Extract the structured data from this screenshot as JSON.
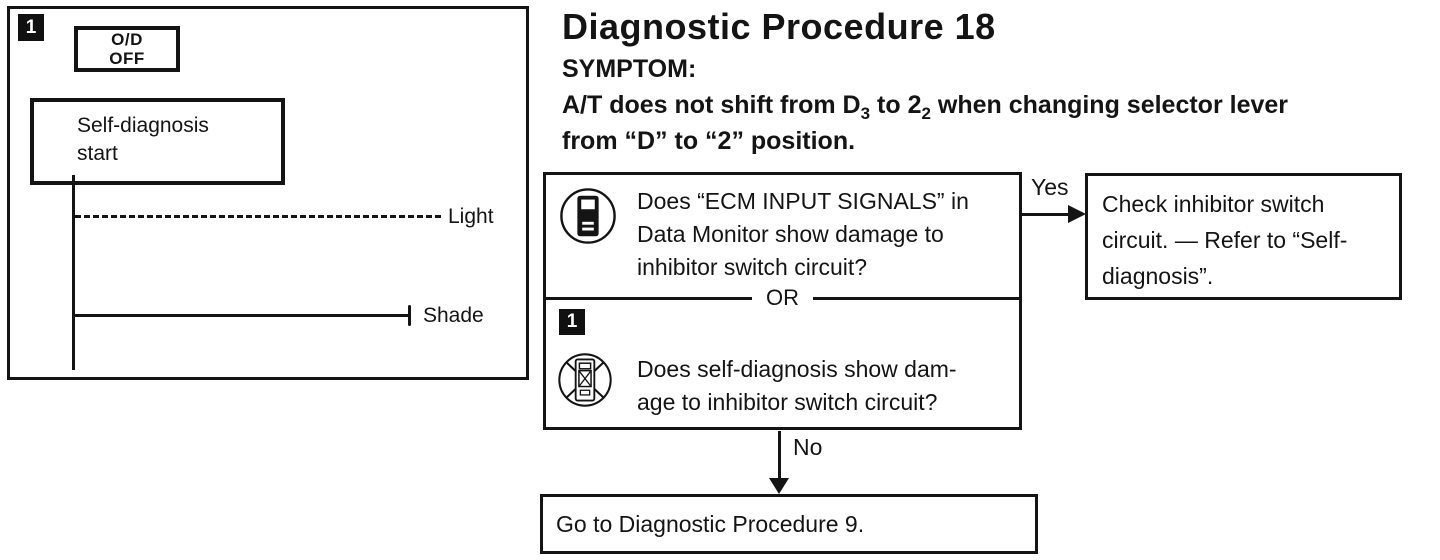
{
  "colors": {
    "ink": "#141414",
    "paper": "#ffffff"
  },
  "left_panel": {
    "marker": "1",
    "od_off_line1": "O/D",
    "od_off_line2": "OFF",
    "start_line1": "Self-diagnosis",
    "start_line2": "start",
    "light_label": "Light",
    "shade_label": "Shade"
  },
  "header": {
    "title": "Diagnostic Procedure 18",
    "symptom_label": "SYMPTOM:",
    "symptom1_seg1": "A/T does not shift from D",
    "symptom1_sub1": "3",
    "symptom1_seg2": " to 2",
    "symptom1_sub2": "2",
    "symptom1_seg3": " when changing selector lever",
    "symptom_line2": "from “D” to “2” position."
  },
  "flow": {
    "question_marker": "1",
    "q1_line1": "Does “ECM INPUT SIGNALS” in",
    "q1_line2": "Data Monitor show damage to",
    "q1_line3": "inhibitor switch circuit?",
    "or_label": "OR",
    "q2_line1": "Does self-diagnosis show dam-",
    "q2_line2": "age to inhibitor switch circuit?",
    "yes_label": "Yes",
    "no_label": "No",
    "yes_line1": "Check inhibitor switch",
    "yes_line2": "circuit. — Refer to “Self-",
    "yes_line3": "diagnosis”.",
    "goto_text": "Go to Diagnostic Procedure 9.",
    "icons": {
      "consult": "consult-tool-icon",
      "no_consult": "no-consult-tool-icon"
    }
  }
}
